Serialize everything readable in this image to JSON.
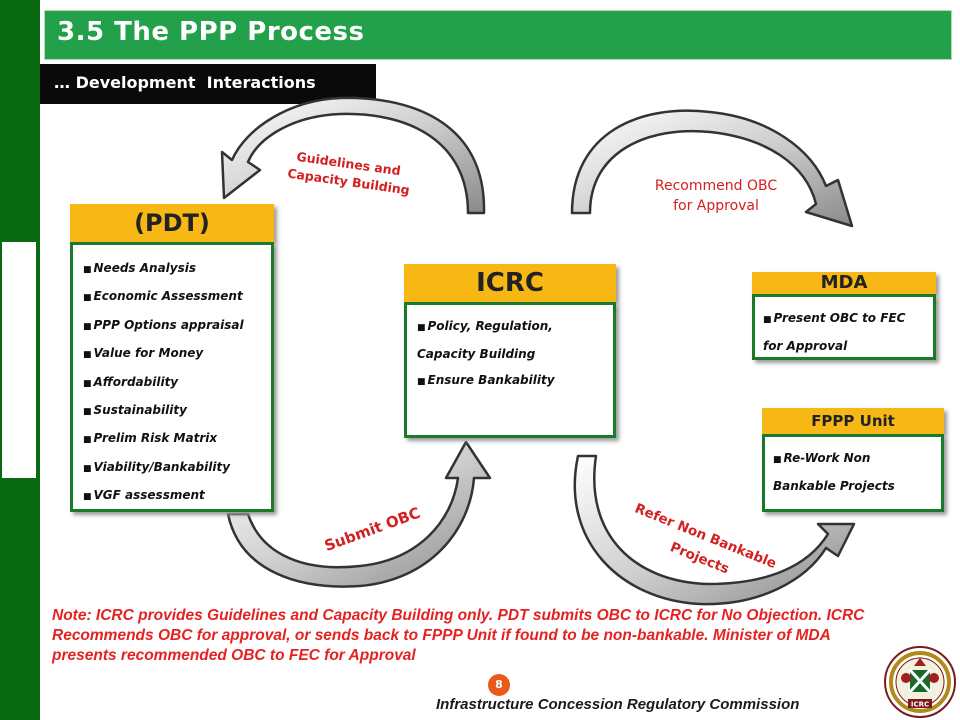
{
  "header": {
    "title": "3.5 The PPP Process",
    "subtitle": "… Development  Interactions"
  },
  "boxes": {
    "pdt": {
      "title": "(PDT)",
      "items": [
        "Needs Analysis",
        "Economic Assessment",
        "PPP Options appraisal",
        "Value for Money",
        "Affordability",
        "Sustainability",
        "Prelim Risk Matrix",
        "Viability/Bankability",
        "VGF assessment"
      ]
    },
    "icrc": {
      "title": "ICRC",
      "items": [
        "Policy, Regulation,",
        "Capacity Building",
        "Ensure Bankability"
      ]
    },
    "mda": {
      "title": "MDA",
      "items": [
        "Present OBC to FEC",
        "for Approval"
      ]
    },
    "fppp": {
      "title": "FPPP Unit",
      "items": [
        "Re-Work Non",
        "Bankable Projects"
      ]
    }
  },
  "arrows": {
    "guidelines_line1": "Guidelines  and",
    "guidelines_line2": "Capacity Building",
    "recommend_line1": "Recommend OBC",
    "recommend_line2": "for Approval",
    "submit": "Submit OBC",
    "refer_line1": "Refer Non Bankable",
    "refer_line2": "Projects"
  },
  "note": "Note: ICRC provides Guidelines and Capacity Building only. PDT submits OBC to ICRC for No Objection. ICRC Recommends OBC for approval, or sends back to FPPP Unit if found to be non-bankable. Minister of MDA presents recommended OBC to FEC for Approval",
  "footer": {
    "page_number": "8",
    "organization": "Infrastructure Concession Regulatory Commission",
    "seal_text": "ICRC"
  },
  "colors": {
    "green_dark": "#0a6a12",
    "green_title": "#22a14a",
    "box_header": "#f7b816",
    "box_border": "#1b7a2a",
    "arrow_text": "#d42020"
  }
}
